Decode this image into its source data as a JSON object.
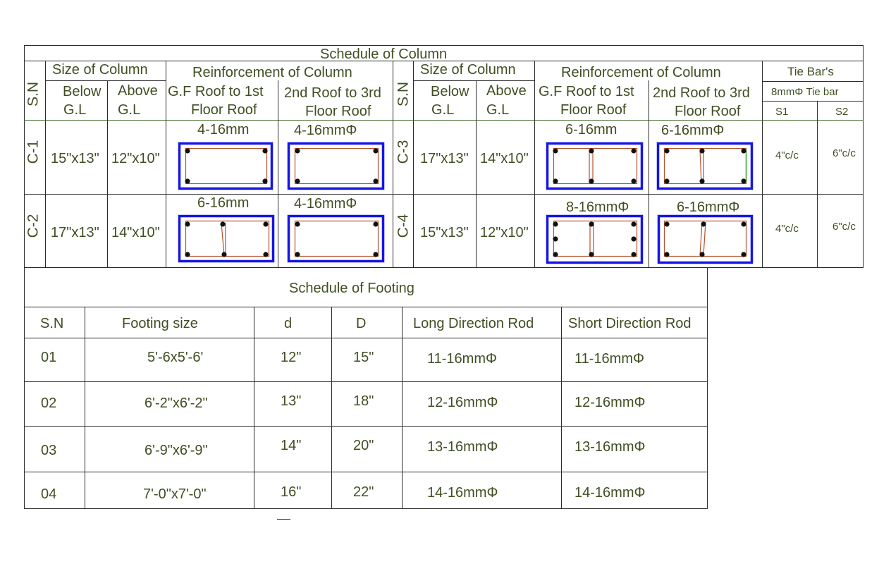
{
  "column_schedule": {
    "title": "Schedule of Column",
    "sn_label": "S.N",
    "size_of_column": "Size of Column",
    "below": "Below",
    "above": "Above",
    "gl": "G.L",
    "reinforcement": "Reinforcement  of Column",
    "gf_roof_line1": "G.F Roof to 1st",
    "gf_roof_line2": "Floor Roof",
    "second_roof_line1": "2nd Roof to 3rd",
    "second_roof_line2": "Floor Roof",
    "tie_bars": "Tie Bar's",
    "tie_bar_spec": "8mmΦ Tie bar",
    "s1": "S1",
    "s2": "S2",
    "rows": [
      {
        "id": "C-1",
        "below": "15\"x13\"",
        "above": "12\"x10\"",
        "gf_label": "4-16mm",
        "second_label": "4-16mmΦ"
      },
      {
        "id": "C-2",
        "below": "17\"x13\"",
        "above": "14\"x10\"",
        "gf_label": "6-16mm",
        "second_label": "4-16mmΦ"
      },
      {
        "id": "C-3",
        "below": "17\"x13\"",
        "above": "14\"x10\"",
        "gf_label": "6-16mm",
        "second_label": "6-16mmΦ",
        "s1": "4\"c/c",
        "s2": "6\"c/c"
      },
      {
        "id": "C-4",
        "below": "15\"x13\"",
        "above": "12\"x10\"",
        "gf_label": "8-16mmΦ",
        "second_label": "6-16mmΦ",
        "s1": "4\"c/c",
        "s2": "6\"c/c"
      }
    ]
  },
  "footing_schedule": {
    "title": "Schedule of Footing",
    "headers": [
      "S.N",
      "Footing size",
      "d",
      "D",
      "Long Direction Rod",
      "Short Direction Rod"
    ],
    "rows": [
      [
        "01",
        "5'-6x5'-6'",
        "12\"",
        "15\"",
        "11-16mmΦ",
        "11-16mmΦ"
      ],
      [
        "02",
        "6'-2\"x6'-2\"",
        "13\"",
        "18\"",
        "12-16mmΦ",
        "12-16mmΦ"
      ],
      [
        "03",
        "6'-9\"x6'-9\"",
        "14\"",
        "20\"",
        "13-16mmΦ",
        "13-16mmΦ"
      ],
      [
        "04",
        "7'-0\"x7'-0\"",
        "16\"",
        "22\"",
        "14-16mmΦ",
        "14-16mmΦ"
      ]
    ]
  },
  "colors": {
    "grid": "#2b2b2b",
    "grid_green": "#3d6b2a",
    "section_outer": "#1515e6",
    "stirrup": "#b5512a",
    "bar": "#111111",
    "text": "#3f4f22"
  }
}
